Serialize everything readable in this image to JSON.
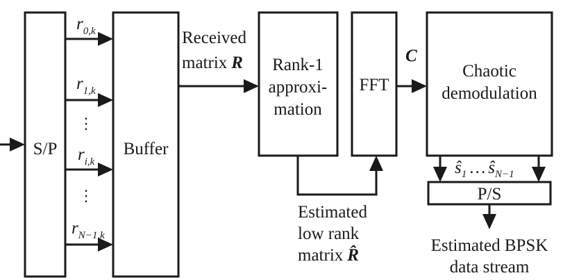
{
  "blocks": {
    "sp": "S/P",
    "buffer": "Buffer",
    "rank1": [
      "Rank-1",
      "approxi-",
      "mation"
    ],
    "fft": "FFT",
    "chaotic": [
      "Chaotic",
      "demodulation"
    ],
    "ps": "P/S"
  },
  "signals": {
    "r_symbol": "r",
    "r0_sub": "0,k",
    "r1_sub": "1,k",
    "ri_sub": "i,k",
    "rN_sub": "N−1,k",
    "vdots": "⋮",
    "received_line1": "Received",
    "received_line2": "matrix",
    "received_symbol": "R",
    "c_symbol": "C",
    "estimated_line1": "Estimated",
    "estimated_line2": "low rank",
    "estimated_line3": "matrix",
    "estimated_symbol": "R̂",
    "s_hat": "ŝ",
    "s1_sub": "1",
    "s_ellipsis": "…",
    "sN_sub": "N−1",
    "output_line1": "Estimated BPSK",
    "output_line2": "data stream"
  },
  "colors": {
    "stroke": "#1a1a1a",
    "background": "#ffffff"
  }
}
